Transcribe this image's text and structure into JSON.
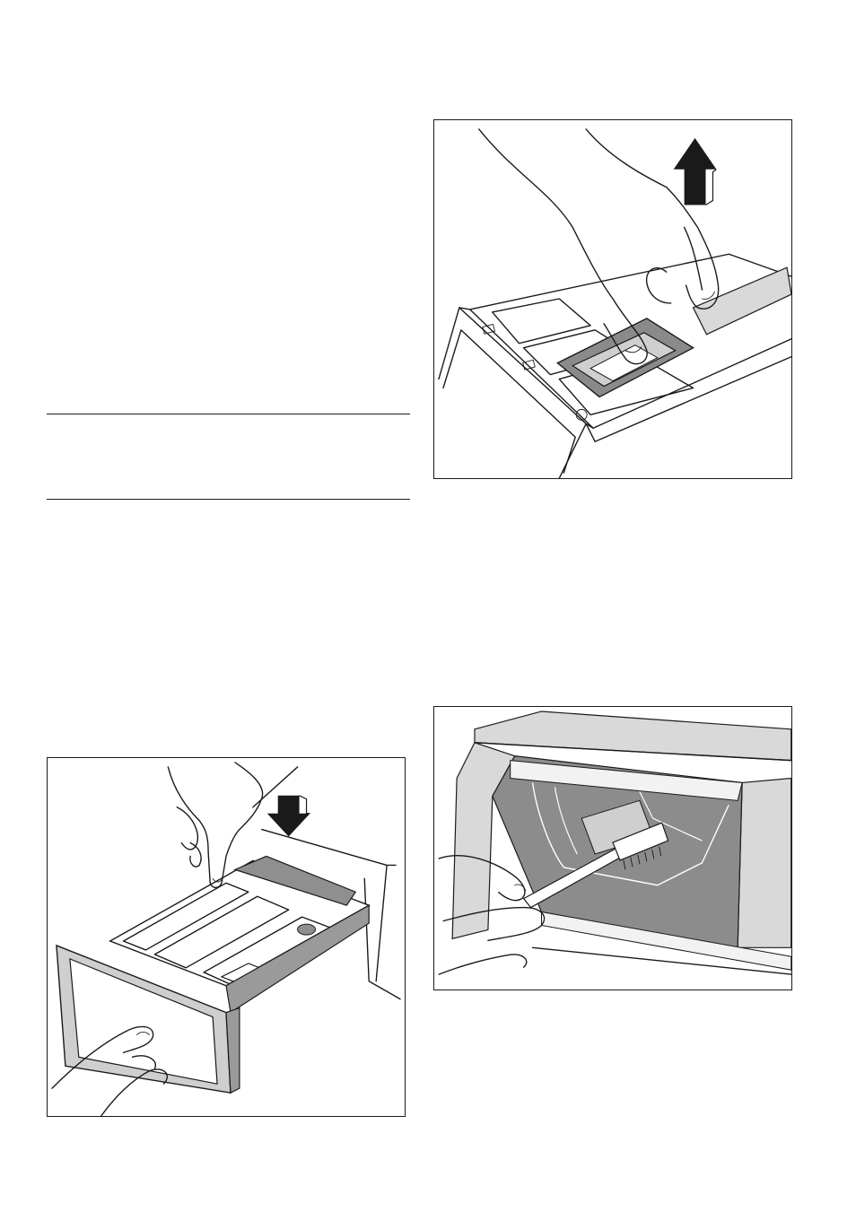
{
  "page": {
    "rules": [
      "separator-top",
      "separator-bottom"
    ]
  },
  "figures": [
    {
      "id": "remove-siphon-cap",
      "icons": [
        "hand-icon",
        "arrow-up-icon",
        "detergent-drawer-icon"
      ]
    },
    {
      "id": "press-release-lever",
      "icons": [
        "hand-icon",
        "arrow-down-icon",
        "detergent-drawer-icon"
      ]
    },
    {
      "id": "clean-drawer-housing",
      "icons": [
        "hand-icon",
        "brush-icon",
        "drawer-recess-icon"
      ]
    }
  ]
}
